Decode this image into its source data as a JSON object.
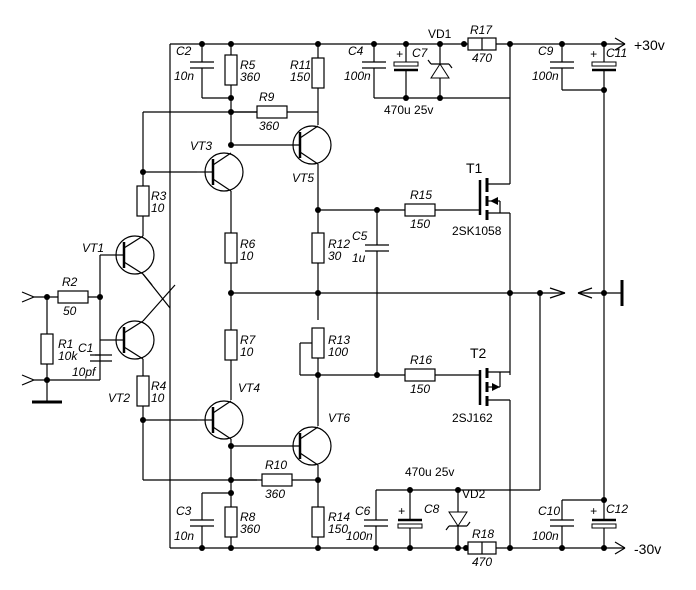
{
  "rails": {
    "positive": "+30v",
    "negative": "-30v"
  },
  "components": {
    "R1": {
      "ref": "R1",
      "value": "10k"
    },
    "R2": {
      "ref": "R2",
      "value": "50"
    },
    "R3": {
      "ref": "R3",
      "value": "10"
    },
    "R4": {
      "ref": "R4",
      "value": "10"
    },
    "R5": {
      "ref": "R5",
      "value": "360"
    },
    "R6": {
      "ref": "R6",
      "value": "10"
    },
    "R7": {
      "ref": "R7",
      "value": "10"
    },
    "R8": {
      "ref": "R8",
      "value": "360"
    },
    "R9": {
      "ref": "R9",
      "value": "360"
    },
    "R10": {
      "ref": "R10",
      "value": "360"
    },
    "R11": {
      "ref": "R11",
      "value": "150"
    },
    "R12": {
      "ref": "R12",
      "value": "30"
    },
    "R13": {
      "ref": "R13",
      "value": "100"
    },
    "R14": {
      "ref": "R14",
      "value": "150"
    },
    "R15": {
      "ref": "R15",
      "value": "150"
    },
    "R16": {
      "ref": "R16",
      "value": "150"
    },
    "R17": {
      "ref": "R17",
      "value": "470"
    },
    "R18": {
      "ref": "R18",
      "value": "470"
    },
    "C1": {
      "ref": "C1",
      "value": "10pf"
    },
    "C2": {
      "ref": "C2",
      "value": "10n"
    },
    "C3": {
      "ref": "C3",
      "value": "10n"
    },
    "C4": {
      "ref": "C4",
      "value": "100n"
    },
    "C5": {
      "ref": "C5",
      "value": "1u"
    },
    "C6": {
      "ref": "C6",
      "value": "100n"
    },
    "C7": {
      "ref": "C7",
      "value": "470u 25v"
    },
    "C8": {
      "ref": "C8",
      "value": "470u 25v"
    },
    "C9": {
      "ref": "C9",
      "value": "100n"
    },
    "C10": {
      "ref": "C10",
      "value": "100n"
    },
    "C11": {
      "ref": "C11"
    },
    "C12": {
      "ref": "C12"
    },
    "VT1": {
      "ref": "VT1"
    },
    "VT2": {
      "ref": "VT2"
    },
    "VT3": {
      "ref": "VT3"
    },
    "VT4": {
      "ref": "VT4"
    },
    "VT5": {
      "ref": "VT5"
    },
    "VT6": {
      "ref": "VT6"
    },
    "VD1": {
      "ref": "VD1"
    },
    "VD2": {
      "ref": "VD2"
    },
    "T1": {
      "ref": "T1",
      "part": "2SK1058"
    },
    "T2": {
      "ref": "T2",
      "part": "2SJ162"
    }
  },
  "polarity_mark": "+"
}
